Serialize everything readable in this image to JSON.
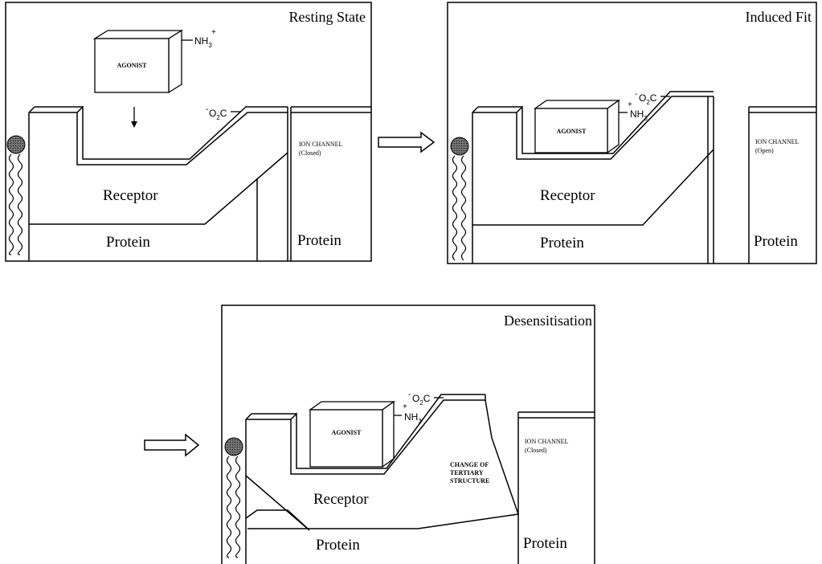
{
  "panels": {
    "resting": {
      "title": "Resting State",
      "agonist": "AGONIST",
      "amine": "NH",
      "amine_sub": "3",
      "amine_charge": "+",
      "carboxylate_charge": "-",
      "carboxylate": "O",
      "carboxylate_sub": "2",
      "carboxylate_c": "C",
      "receptor": "Receptor",
      "protein_left": "Protein",
      "protein_right": "Protein",
      "channel_label": "ION CHANNEL",
      "channel_state": "(Closed)"
    },
    "induced": {
      "title": "Induced Fit",
      "agonist": "AGONIST",
      "amine": "NH",
      "amine_sub": "3",
      "amine_charge": "+",
      "carboxylate_charge": "-",
      "carboxylate": "O",
      "carboxylate_sub": "2",
      "carboxylate_c": "C",
      "receptor": "Receptor",
      "protein_left": "Protein",
      "protein_right": "Protein",
      "channel_label": "ION CHANNEL",
      "channel_state": "(Open)"
    },
    "desensitised": {
      "title": "Desensitisation",
      "agonist": "AGONIST",
      "amine": "NH",
      "amine_sub": "3",
      "amine_charge": "+",
      "carboxylate_charge": "-",
      "carboxylate": "O",
      "carboxylate_sub": "2",
      "carboxylate_c": "C",
      "receptor": "Receptor",
      "protein_left": "Protein",
      "protein_right": "Protein",
      "channel_label": "ION CHANNEL",
      "channel_state": "(Closed)",
      "change_label_1": "CHANGE OF",
      "change_label_2": "TERTIARY",
      "change_label_3": "STRUCTURE"
    }
  },
  "colors": {
    "line": "#000000",
    "lipid_head": "#555555",
    "background": "#ffffff"
  }
}
